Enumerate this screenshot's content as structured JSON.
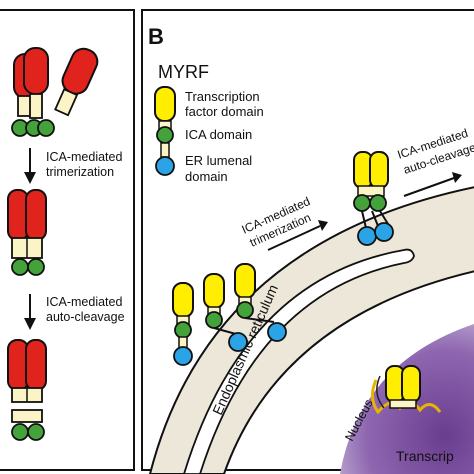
{
  "panel_b": {
    "letter": "B",
    "title": "MYRF",
    "legend": {
      "transcription_factor_domain": [
        "Transcription",
        "factor domain"
      ],
      "ica_domain": "ICA domain",
      "er_lumenal_domain": [
        "ER lumenal",
        "domain"
      ]
    },
    "step_trimerization": [
      "ICA-mediated",
      "trimerization"
    ],
    "step_autocleavage": [
      "ICA-mediated",
      "auto-cleavage"
    ],
    "er_label": "Endoplasmic reticulum",
    "nucleus_label": "Nucleus",
    "transcription_label": "Transcrip"
  },
  "panel_a": {
    "step_trimerization": [
      "ICA-mediated",
      "trimerization"
    ],
    "step_autocleavage": [
      "ICA-mediated",
      "auto-cleavage"
    ]
  },
  "colors": {
    "transcription_domain": "#ffee00",
    "ica_domain": "#44a23a",
    "er_domain": "#2aa4e6",
    "panel_a_domain": "#e0231d",
    "linker": "#fbf4c6",
    "er_membrane": "#ece7d8",
    "nucleus": "#8b5ca9"
  }
}
